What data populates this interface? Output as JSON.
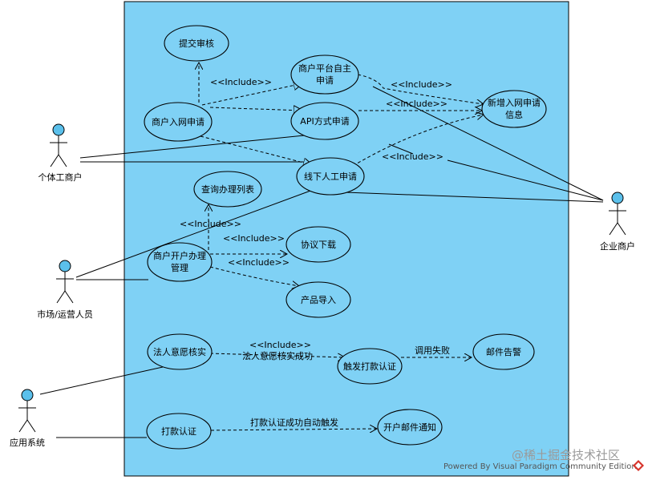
{
  "actors": {
    "individual": "个体工商户",
    "market": "市场/运营人员",
    "app": "应用系统",
    "enterprise": "企业商户"
  },
  "use_cases": {
    "submit_review": "提交审核",
    "merchant_signup": "商户入网申请",
    "platform_self": [
      "商户平台自主",
      "申请"
    ],
    "api_apply": "API方式申请",
    "new_signup_info": [
      "新增入网申请",
      "信息"
    ],
    "offline_apply": "线下人工申请",
    "query_list": "查询办理列表",
    "open_account": [
      "商户开户办理",
      "管理"
    ],
    "agreement_download": "协议下载",
    "product_import": "产品导入",
    "legal_verify": "法人意愿核实",
    "trigger_payment_auth": "触发打款认证",
    "mail_alert": "邮件告警",
    "payment_auth": "打款认证",
    "account_mail_notice": "开户邮件通知"
  },
  "relations": {
    "include": "<<Include>>",
    "legal_success": "法人意愿核实成功",
    "call_failed": "调用失败",
    "auto_trigger": "打款认证成功自动触发"
  },
  "footer": {
    "powered_by": "Powered By Visual Paradigm Community Edition",
    "watermark": "@稀土掘金技术社区"
  },
  "colors": {
    "system_box": "#7fd1f5",
    "use_case_fill": "#7fd1f5",
    "actor_head": "#5bc0eb"
  }
}
